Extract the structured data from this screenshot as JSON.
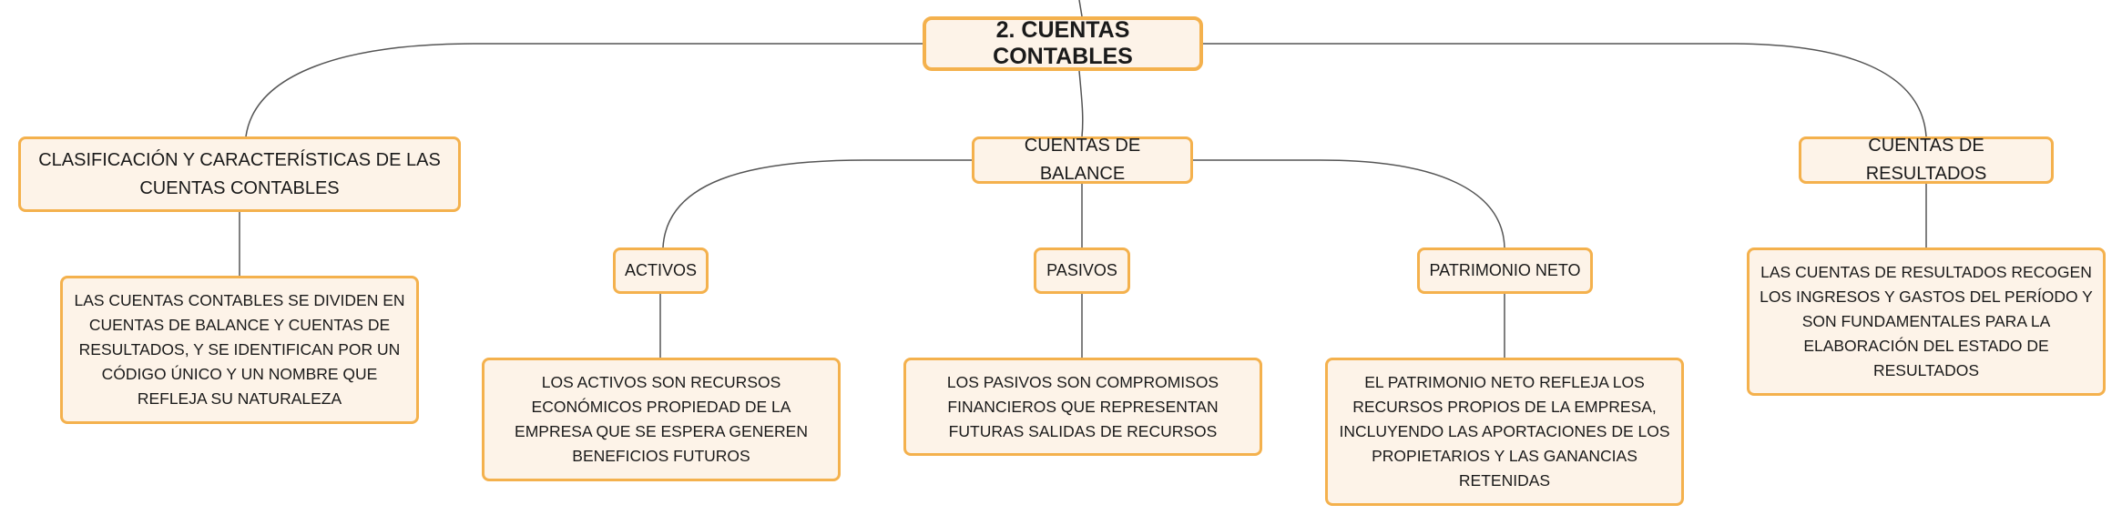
{
  "root": {
    "label": "2. CUENTAS CONTABLES"
  },
  "topics": {
    "clasificacion": {
      "label": "CLASIFICACIÓN Y CARACTERÍSTICAS DE LAS CUENTAS CONTABLES",
      "detail": "LAS CUENTAS CONTABLES SE DIVIDEN EN CUENTAS DE BALANCE Y CUENTAS DE RESULTADOS, Y SE IDENTIFICAN POR UN CÓDIGO ÚNICO Y UN NOMBRE QUE REFLEJA SU NATURALEZA"
    },
    "balance": {
      "label": "CUENTAS DE BALANCE",
      "activos": {
        "label": "ACTIVOS",
        "detail": "LOS ACTIVOS SON RECURSOS ECONÓMICOS PROPIEDAD DE LA EMPRESA QUE SE ESPERA GENEREN BENEFICIOS FUTUROS"
      },
      "pasivos": {
        "label": "PASIVOS",
        "detail": "LOS PASIVOS SON COMPROMISOS FINANCIEROS QUE REPRESENTAN FUTURAS SALIDAS DE RECURSOS"
      },
      "patrimonio": {
        "label": "PATRIMONIO NETO",
        "detail": "EL PATRIMONIO NETO REFLEJA LOS RECURSOS PROPIOS DE LA EMPRESA, INCLUYENDO LAS APORTACIONES DE LOS PROPIETARIOS Y LAS GANANCIAS RETENIDAS"
      }
    },
    "resultados": {
      "label": "CUENTAS DE RESULTADOS",
      "detail": "LAS CUENTAS DE RESULTADOS RECOGEN LOS INGRESOS Y GASTOS DEL PERÍODO Y SON FUNDAMENTALES PARA LA ELABORACIÓN DEL ESTADO DE RESULTADOS"
    }
  },
  "colors": {
    "node_fill": "#fdf3e8",
    "node_border": "#f4b14d",
    "connector": "#555555"
  }
}
